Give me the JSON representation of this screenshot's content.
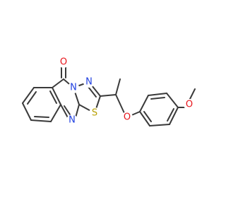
{
  "molecule": {
    "atoms": {
      "carbonyl_oxygen": {
        "symbol": "O",
        "color": "#e8141b"
      },
      "n_ring_1": {
        "symbol": "N",
        "color": "#2040e0"
      },
      "n_ring_2": {
        "symbol": "N",
        "color": "#2040e0"
      },
      "n_quinazoline": {
        "symbol": "N",
        "color": "#2040e0"
      },
      "sulfur": {
        "symbol": "S",
        "color": "#b8a000"
      },
      "ether_oxygen": {
        "symbol": "O",
        "color": "#e8141b"
      },
      "methoxy_oxygen": {
        "symbol": "O",
        "color": "#e8141b"
      }
    },
    "bond_color": "#3a3a3a"
  }
}
